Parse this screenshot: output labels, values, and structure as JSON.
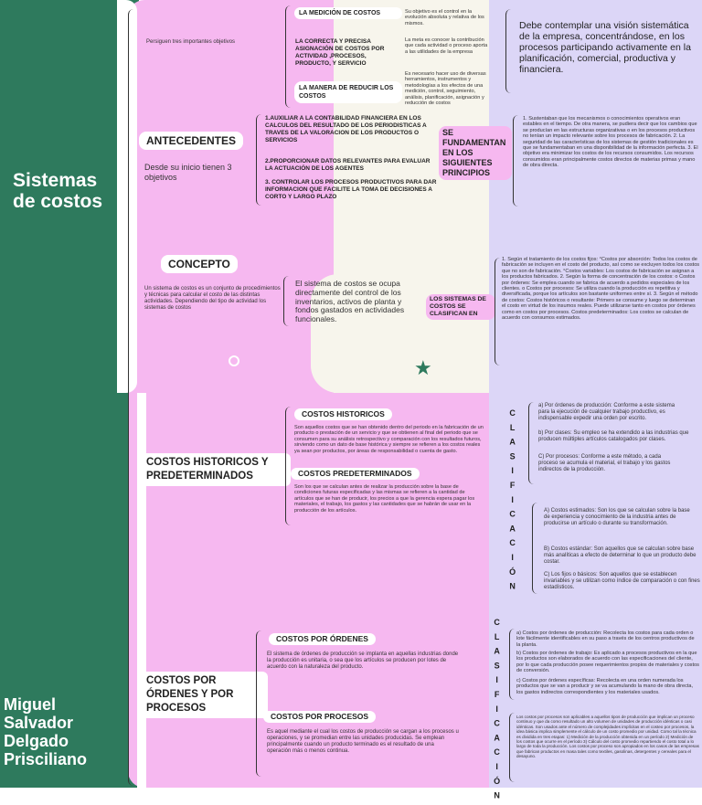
{
  "sidebar": {
    "title": "Sistemas\nde costos",
    "author": "Miguel\nSalvador\nDelgado\nPrisciliano"
  },
  "objectives": {
    "intro": "Persiguen  tres importantes objetivos",
    "items": [
      {
        "label": "LA MEDICIÓN DE COSTOS",
        "desc": "Su objetivo es el control en la evolución absoluta y relativa de los mismos."
      },
      {
        "label": "LA CORRECTA Y PRECISA ASIGNACIÓN DE COSTOS POR ACTIVIDAD ,PROCESOS, PRODUCTO, Y SERVICIO",
        "desc": "La meta es conocer la contribución que cada actividad o proceso aporta a las utilidades de la empresa"
      },
      {
        "label": "LA MANERA DE REDUCIR LOS COSTOS",
        "desc": "Es necesario hacer uso de diversas herramientos, instrumentos y metodologías a los efectos de una medición, control, seguimiento, análisis, planificación, asignación y reducción de costos"
      }
    ],
    "vision": "Debe contemplar una visión sistemática de la empresa, concentrándose, en los procesos participando activamente en la planificación, comercial, productiva y financiera."
  },
  "antecedentes": {
    "title": "ANTECEDENTES",
    "intro": "Desde su inicio tienen 3 objetivos",
    "items": [
      "1.AUXILIAR A LA CONTABILIDAD FINANCIERA EN LOS CALCULOS DEL RESULTADO DE LOS PERIODISTICAS A TRAVES  DE LA VALORACION DE LOS PRODUCTOS O SERVICIOS",
      "2.PROPORCIONAR DATOS RELEVANTES PARA EVALUAR LA ACTUACIÓN DE LOS AGENTES",
      "3. CONTROLAR LOS PROCESOS PRODUCTIVOS PARA DAR INFORMACION QUE FACILITE LA TOMA DE DECISIONES A CORTO Y LARGO PLAZO"
    ],
    "principles_label": "SE FUNDAMENTAN EN LOS SIGUIENTES PRINCIPIOS",
    "principles_text": "1. Sustentaban que los mecanismos o conocimientos operativos eran estables en el tiempo. De otra manera, se pudiera decir que los cambios que se producían en las estructuras organizativas o en los procesos productivos no tenían un impacto relevante sobre los procesos de fabricación. 2. La seguridad de las características de los sistemas de gestión tradicionales es que se fundamentaban en una disponibilidad de la información perfecta. 3. El objetivo era minimizar los costos de los recursos consumidos. Los recursos consumidos eran principalmente costos directos de materias primas y mano de obra directa."
  },
  "concepto": {
    "title": "CONCEPTO",
    "text": "Un sistema de costos es un conjunto de procedimientos y técnicas para calcular el costo de las distintas actividades. Dependiendo del tipo de actividad los sistemas de costos",
    "definition": "El sistema de costos se ocupa directamente del control de los inventarios, activos de planta y fondos gastados en actividades funcionales.",
    "classify_label": "LOS SISTEMAS DE COSTOS SE CLASIFICAN EN",
    "classify_text": "1. Según el tratamiento de los costos fijos: °Costos por absorción: Todos los costos de fabricación se incluyen en el costo del producto, así como se excluyen todos los costos que no son de fabricación. °Costos variables: Los costos de fabricación se asignan a los productos fabricados. 2. Según la forma de concentración de los costos: o Costos por órdenes: Se emplea cuando se fabrica de acuerdo a pedidos especiales de los clientes. o Costos por procesos: Se utiliza cuando la producción es repetitiva y diversificada, porque los artículos son bastante uniformes entre sí. 3. Según el método de costos: Costos históricos o resultante: Primero se consume y luego se determinan el costo en virtud de los insumos reales. Puede utilizarse tanto en costos por órdenes como en costos por procesos. Costos predeterminados: Los costos se calculan de acuerdo con consumos estimados."
  },
  "historicos": {
    "title": "COSTOS HISTORICOS Y PREDETERMINADOS",
    "hist_label": "COSTOS HISTORICOS",
    "hist_text": "Son aquellos costos que se han obtenido dentro del periodo en la fabricación de un producto o prestación de un servicio y que se obtienen al final del periodo que se consumen para su análisis retrospectivo y comparación con los resultados futuros, sirviendo como un dato de base histórica y siempre se refieren a los costos reales ya sean por productos, por áreas de responsabilidad o cuenta de gasto.",
    "pred_label": "COSTOS PREDETERMINADOS",
    "pred_text": "Son los que se calculan antes de realizar la producción sobre la base de condiciones futuras especificadas y las mismas se refieren a la cantidad de artículos que se han de producir, los precios a que la gerencia espera pagar los materiales, el trabajo, los gastos y las cantidades que se habrán de usar en la producción de los artículos.",
    "vertical": "CLASIFICACIÓN",
    "class1": [
      "a) Por órdenes de producción: Conforme a este sistema para la ejecución de cualquier trabajo productivo, es indispensable expedir una orden por escrito.",
      "b) Por clases: Su empleo se ha extendido a las industrias que producen múltiples artículos catalogados por clases.",
      "C) Por procesos: Conforme a este método, a cada proceso se acumula el material, el trabajo y los gastos indirectos de la producción."
    ],
    "class2": [
      "A) Costos estimados: Son los que se calculan sobre la base de experiencia y conocimiento de la industria antes de producirse un artículo o durante su transformación.",
      "B) Costos estándar: Son aquellos que se calculan sobre base más analíticas a efecto de determinar lo que un producto debe costar.",
      "C) Los fijos o básicos: Son aquellos que se establecen invariables y se utilizan como índice de comparación o con fines estadísticos."
    ]
  },
  "ordenes": {
    "title": "COSTOS POR ÓRDENES Y POR PROCESOS",
    "ord_label": "COSTOS POR ÓRDENES",
    "ord_text": "El sistema de órdenes de producción se implanta en aquellas industrias donde la producción es unitaria, o sea que los artículos se producen por lotes de acuerdo con la naturaleza del producto.",
    "proc_label": "COSTOS POR PROCESOS",
    "proc_text": "Es aquel mediante el cual los costos de producción se cargan a los procesos u operaciones, y se promedian entre las unidades producidas. Se emplean principalmente cuando un producto terminado es el resultado de una operación más o menos continua.",
    "vertical": "CLASIFICACIÓN",
    "class1": [
      "a) Costos por órdenes de producción: Recolecta los costos para cada orden o lote fácilmente identificables en su paso a través de los centros productivos de la planta.",
      "b) Costos por órdenes de trabajo: Es aplicado a procesos productivos en la que los productos son elaborados de acuerdo con las especificaciones del cliente, por lo que cada producción posee requerimientos propios de materiales y costos de conversión.",
      "c) Costos por órdenes específicas: Recolecta en una orden numerada los productos que se van a producir y se va acumulando la mano de obra directa, los gastos indirectos correspondientes y los materiales usados."
    ],
    "class2": "Los costos por procesos son aplicables a aquellos tipos de producción que implican un proceso continuo y que da como resultado un alto volumen de unidades de producción idénticas o casi idénticas. Son usados ante el número de complejidades implícitas en el costeo por procesos, la idea básica implica simplemente el cálculo de un costo promedio por unidad. Como tal la técnica es dividida en tres etapas: 1) Medición de la producción obtenida en un período 2) Medición de los costos que ocurre en el período 3) Cálculo del costo promedio repartiendo el costo total a lo largo de toda la producción. Los costos por proceso son apropiados en los casos de las empresas que fabrican productos en masa tales como textiles, gasolinas, detergentes y cereales para el desayuno."
  },
  "colors": {
    "green": "#2e7a5d",
    "pink": "#f6b8f0",
    "cream": "#f7f5ec",
    "lavender": "#dcd6f7"
  }
}
